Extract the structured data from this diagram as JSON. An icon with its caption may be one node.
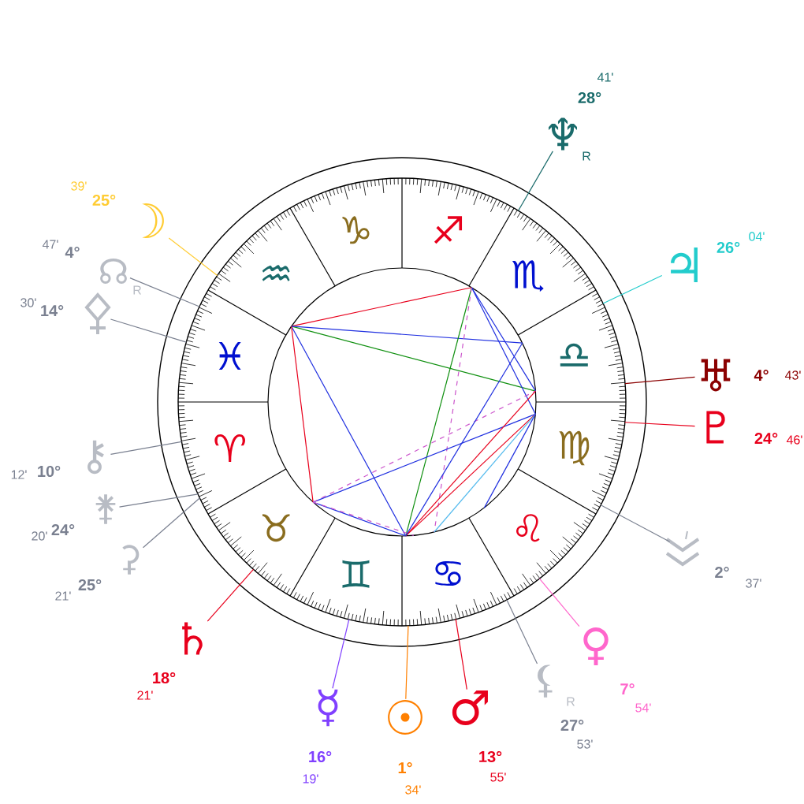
{
  "diagram": {
    "nodes": [
      {
        "text": [
          "♆",
          "R",
          "28°",
          "41'"
        ]
      },
      {
        "text": [
          "☽",
          "25°",
          "39'"
        ]
      },
      {
        "text": [
          "♃",
          "26°",
          "04'"
        ]
      },
      {
        "text": [
          "☊",
          "R",
          "4°",
          "47'"
        ]
      },
      {
        "text": [
          "14°",
          "30'"
        ]
      },
      {
        "text": [
          "♅",
          "4°",
          "43'"
        ]
      },
      {
        "text": [
          "♇",
          "24°",
          "46'"
        ]
      },
      {
        "text": [
          "12'",
          "10°",
          "⚷"
        ]
      },
      {
        "text": [
          "⚵",
          "24°",
          "20'"
        ]
      },
      {
        "text": [
          "2°",
          "37'"
        ]
      },
      {
        "text": [
          "⚳",
          "25°",
          "21'"
        ]
      },
      {
        "text": [
          "♄",
          "18°",
          "21'"
        ]
      },
      {
        "text": [
          "♀",
          "7°",
          "54'"
        ]
      },
      {
        "text": [
          "⚸",
          "R",
          "27°",
          "53'"
        ]
      },
      {
        "text": [
          "♂",
          "13°",
          "55'"
        ]
      },
      {
        "text": [
          "☿",
          "16°",
          "19'"
        ]
      },
      {
        "text": [
          "☉",
          "1°",
          "34'"
        ]
      }
    ],
    "edges": [
      {
        "from": 0,
        "to": null,
        "arrow": "none",
        "color": "#1a6b6b"
      },
      {
        "from": 1,
        "to": null,
        "arrow": "none",
        "color": "#ffcc33"
      },
      {
        "from": 2,
        "to": null,
        "arrow": "none",
        "color": "#22cccc"
      },
      {
        "from": 3,
        "to": null,
        "arrow": "none"
      },
      {
        "from": 4,
        "to": null,
        "arrow": "none"
      },
      {
        "from": 5,
        "to": null,
        "arrow": "none",
        "color": "#8b0000"
      },
      {
        "from": 6,
        "to": null,
        "arrow": "none",
        "color": "#e8001c"
      },
      {
        "from": 7,
        "to": null,
        "arrow": "none"
      },
      {
        "from": 8,
        "to": null,
        "arrow": "none"
      },
      {
        "from": 9,
        "to": null,
        "arrow": "none"
      },
      {
        "from": 10,
        "to": null,
        "arrow": "none"
      },
      {
        "from": 11,
        "to": null,
        "arrow": "none",
        "color": "#e8001c"
      },
      {
        "from": 12,
        "to": null,
        "arrow": "none",
        "color": "#ff66cc"
      },
      {
        "from": 13,
        "to": null,
        "arrow": "none"
      },
      {
        "from": 14,
        "to": null,
        "arrow": "none",
        "color": "#e8001c"
      },
      {
        "from": 15,
        "to": null,
        "arrow": "none",
        "color": "#8040ff"
      },
      {
        "from": 16,
        "to": null,
        "arrow": "none",
        "color": "#ff8000"
      }
    ],
    "labels": [
      "♈",
      "♉",
      "♊",
      "♋",
      "♌",
      "♍",
      "♎",
      "♏",
      "♐",
      "♑",
      "♒",
      "♓"
    ]
  }
}
